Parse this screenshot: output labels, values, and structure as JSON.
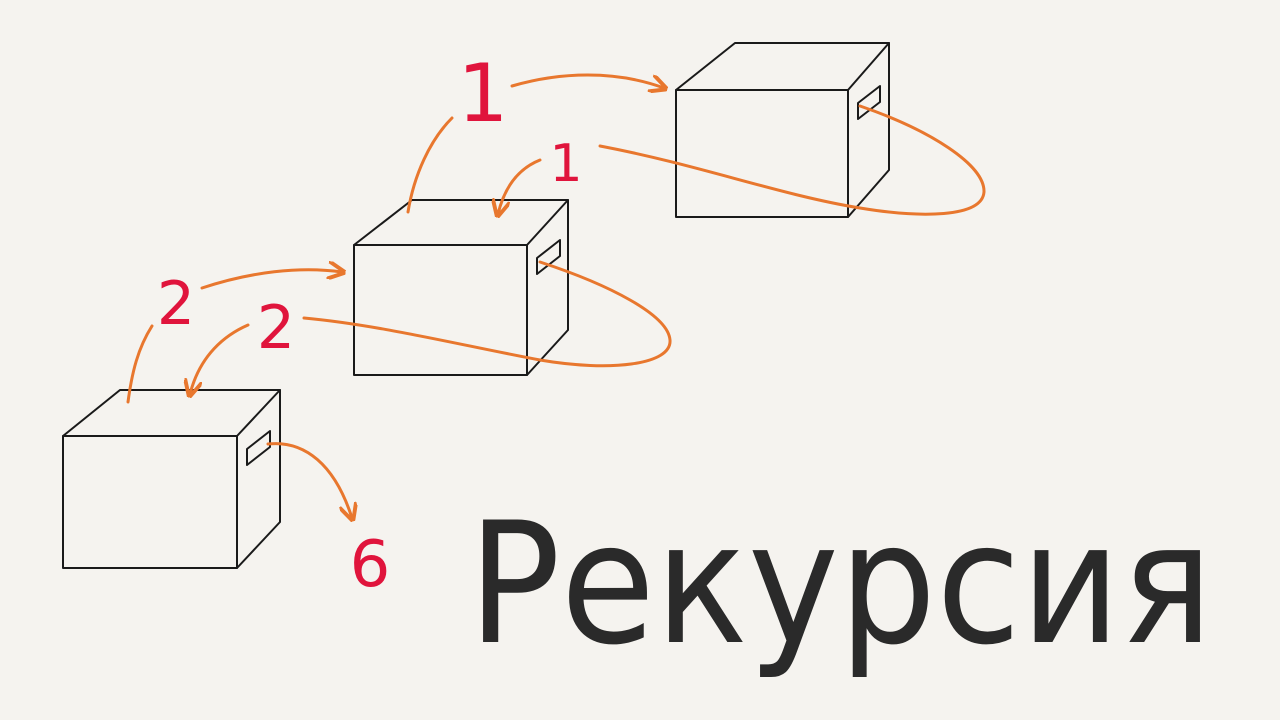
{
  "title": "Рекурсия",
  "labels": {
    "call_1": "1",
    "return_1": "1",
    "call_2": "2",
    "return_2": "2",
    "result": "6"
  },
  "colors": {
    "background": "#f5f3ef",
    "arrow": "#e8772e",
    "number": "#e0143c",
    "ink": "#1a1a1a"
  }
}
